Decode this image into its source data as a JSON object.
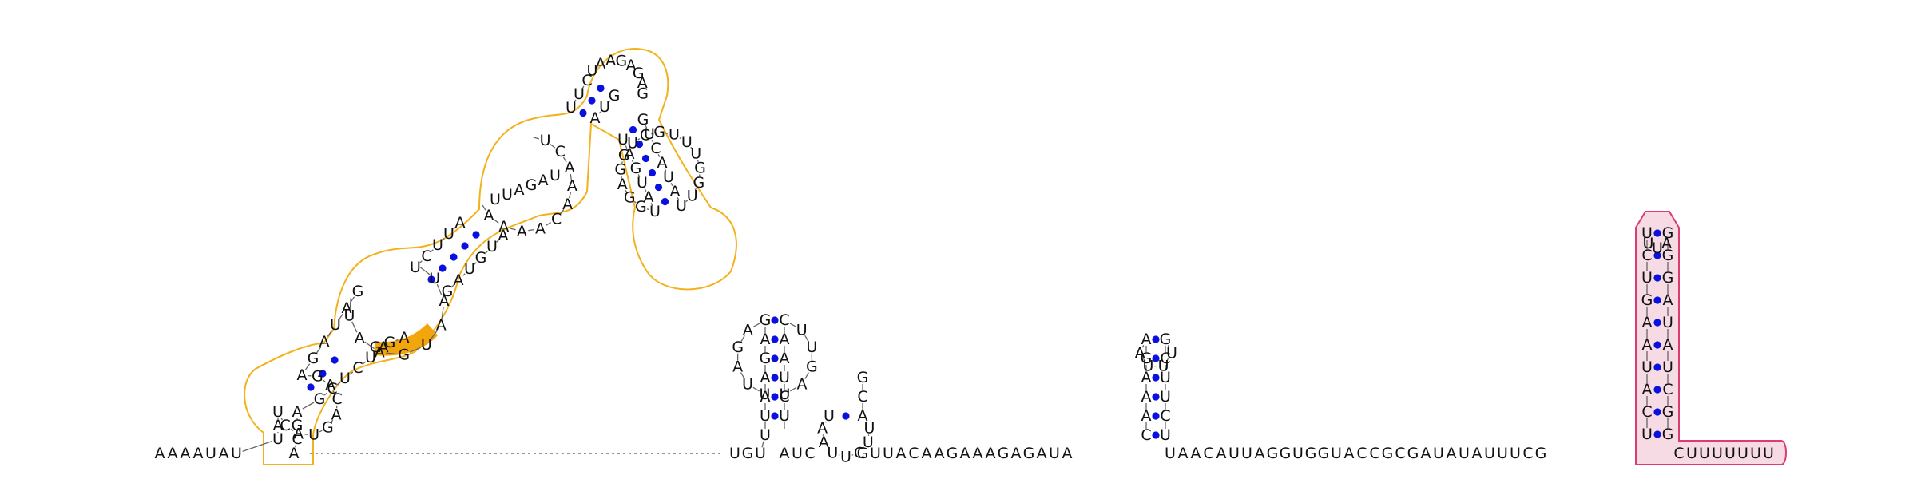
{
  "colors": {
    "base": "#111111",
    "pair_dot": "#0a10e0",
    "orange_outline": "#f2b21c",
    "orange_highlight": "#f2a60c",
    "pink_outline": "#dc3d6c",
    "pink_fill": "#f7dbe4"
  },
  "structure": {
    "five_prime_tail": "AAAAUAU",
    "linker_after_tail": "A",
    "gap_note": "unstructured dotted gap",
    "central_domain_left": "UGU",
    "hairpin_a_stem5": "UUAAGAG",
    "hairpin_a_loop": "AGAUUUAGUU",
    "hairpin_a_stem3": "UCUAAC",
    "hairpin_a_close": "AUC",
    "hairpin_b_stem5": "U",
    "hairpin_b_loop": "AAUUCUU",
    "hairpin_b_stem3": "ACG",
    "linker_1": "GUUACAAGAAAGAGAUA",
    "hairpin_c_stem5": "CAAAGA",
    "hairpin_c_loop": "AUUU",
    "hairpin_c_stem3": "UCUUCG",
    "linker_2": "UAACAUUAGGUGGUACCGCGAUAUAUUUCG",
    "terminator_stem5": "UCAUAAGUCU",
    "terminator_loop": "UUA",
    "terminator_stem3": "GGCUAUAGGG",
    "terminator_tail": "CUUUUUUU",
    "orange_domain_sequence": "UAGACAAAGUUCAUCUGAGAUUGAUUAAAACAAACUUAAGAGAGUCAUAUGGGCUGGAUAUUGAUGAUGUAAGAGUCUAUUCGG"
  }
}
